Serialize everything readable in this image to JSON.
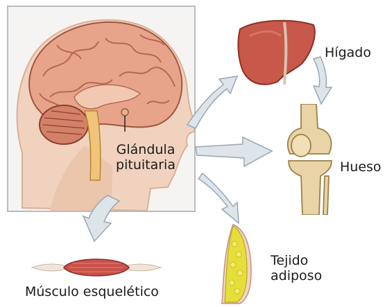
{
  "labels": {
    "gland_line1": "Glándula",
    "gland_line2": "pituitaria",
    "liver": "Hígado",
    "bone": "Hueso",
    "adipose_line1": "Tejido",
    "adipose_line2": "adiposo",
    "muscle": "Músculo esquelético"
  },
  "colors": {
    "brain": "#e8a48a",
    "skin": "#f1d2bf",
    "liver": "#c8584a",
    "bone": "#e8d4a6",
    "fat": "#e6df3a",
    "muscle": "#c8524a",
    "arrow": "#dde4ea"
  }
}
